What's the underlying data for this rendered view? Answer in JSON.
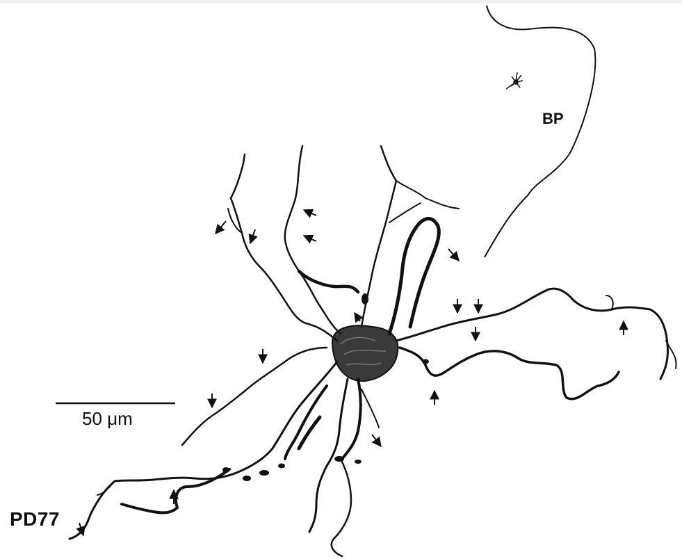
{
  "figure": {
    "region_label": "BP",
    "cell_label": "PD77",
    "scale_bar": {
      "label": "50 μm",
      "value": 50,
      "unit": "μm"
    }
  },
  "colors": {
    "ink": "#111111",
    "background": "#ffffff"
  }
}
